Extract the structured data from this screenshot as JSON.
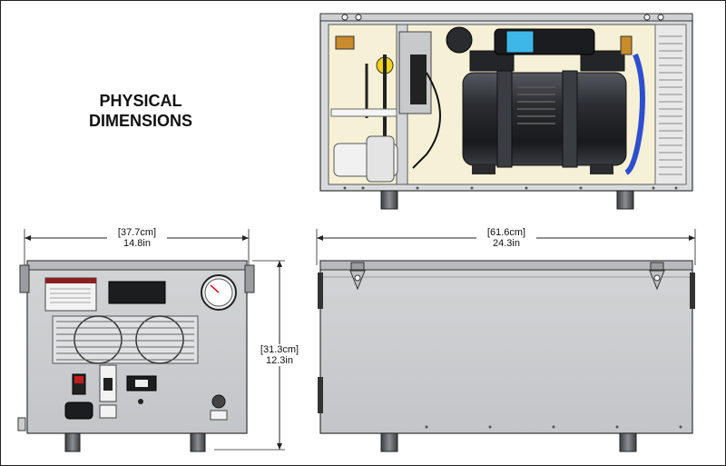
{
  "title": {
    "line1": "PHYSICAL",
    "line2": "DIMENSIONS"
  },
  "dimensions": {
    "front_width": {
      "metric": "[37.7cm]",
      "imperial": "14.8in"
    },
    "side_width": {
      "metric": "[61.6cm]",
      "imperial": "24.3in"
    },
    "height": {
      "metric": "[31.3cm]",
      "imperial": "12.3in"
    }
  },
  "colors": {
    "panel": "#c9cacc",
    "panel_dark": "#8d8f92",
    "motor": "#2c2f34",
    "hose": "#2d4fd0",
    "outline": "#333333"
  }
}
